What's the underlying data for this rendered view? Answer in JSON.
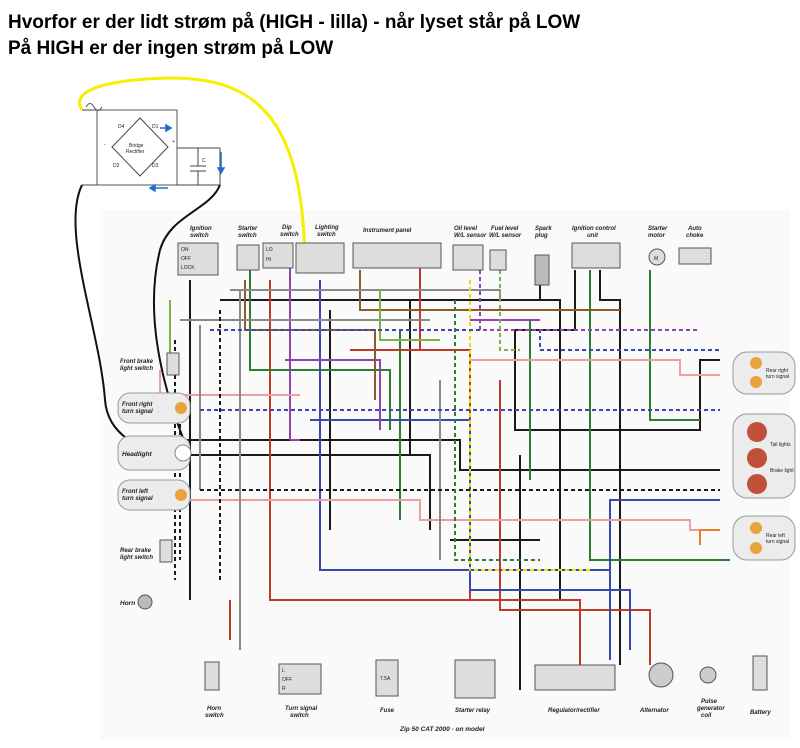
{
  "heading": {
    "line1": "Hvorfor er der lidt strøm på (HIGH - lilla) - når lyset står på LOW",
    "line2": "På HIGH er der ingen strøm på LOW"
  },
  "rectifier": {
    "label_line1": "Bridge",
    "label_line2": "Rectifier",
    "d1": "D1",
    "d2": "D2",
    "d3": "D3",
    "d4": "D4",
    "minus": "-",
    "plus": "+",
    "cap": "C"
  },
  "components": {
    "ignition_switch": [
      "Ignition",
      "switch"
    ],
    "starter_switch": [
      "Starter",
      "switch"
    ],
    "dip_switch": [
      "Dip",
      "switch"
    ],
    "lighting_switch": [
      "Lighting",
      "switch"
    ],
    "instrument_panel": "Instrument panel",
    "oil_level": [
      "Oil level",
      "W/L sensor"
    ],
    "fuel_level": [
      "Fuel level",
      "W/L sensor"
    ],
    "spark_plug": [
      "Spark",
      "plug"
    ],
    "ignition_control": [
      "Ignition control",
      "unit"
    ],
    "starter_motor": [
      "Starter",
      "motor"
    ],
    "auto_choke": [
      "Auto",
      "choke"
    ],
    "front_brake": [
      "Front brake",
      "light switch"
    ],
    "front_right": [
      "Front right",
      "turn signal"
    ],
    "headlight": "Headlight",
    "front_left": [
      "Front left",
      "turn signal"
    ],
    "rear_brake": [
      "Rear brake",
      "light switch"
    ],
    "horn": "Horn",
    "rear_right": [
      "Rear right",
      "turn signal"
    ],
    "tail_lights": "Tail lights",
    "brake_light": "Brake light",
    "rear_left": [
      "Rear left",
      "turn signal"
    ],
    "horn_switch": [
      "Horn",
      "switch"
    ],
    "turn_signal_switch": [
      "Turn signal",
      "switch"
    ],
    "fuse": "Fuse",
    "starter_relay": "Starter relay",
    "regulator": "Regulator/rectifier",
    "alternator": "Alternator",
    "pulse_generator": [
      "Pulse",
      "generator",
      "coil"
    ],
    "battery": "Battery",
    "model_caption": "Zip 50 CAT 2000 - on model"
  },
  "switch_positions": {
    "ignition": [
      "ON",
      "OFF",
      "LOCK"
    ],
    "dip": [
      "LO",
      "HI"
    ],
    "turn": [
      "L",
      "OFF",
      "R"
    ],
    "fuse": "7.5A"
  },
  "colors": {
    "yellow_highlight": "#f5f000",
    "black": "#1a1a1a",
    "red": "#c0392b",
    "green": "#2e7d32",
    "blue": "#3949ab",
    "purple": "#8e44ad",
    "brown": "#8d5a2b",
    "pink": "#e8a0a0",
    "grey": "#8a8a8a",
    "light_green": "#7cb342",
    "orange": "#e67e22",
    "lamp": "#e8a33c",
    "lamp_red": "#c0503a"
  }
}
